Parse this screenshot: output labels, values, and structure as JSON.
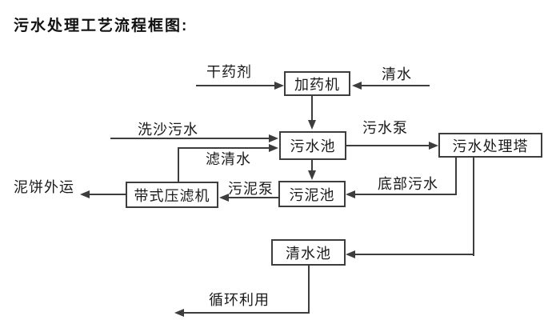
{
  "title": "污水处理工艺流程框图:",
  "diagram": {
    "nodes": {
      "dosing_machine": "加药机",
      "sewage_pool": "污水池",
      "treatment_tower": "污水处理塔",
      "belt_filter_press": "带式压滤机",
      "sludge_pool": "污泥池",
      "clear_water_pool": "清水池"
    },
    "labels": {
      "dry_chemical": "干药剂",
      "clear_water": "清水",
      "sand_washing_sewage": "洗沙污水",
      "filtered_water": "滤清水",
      "sewage_pump": "污水泵",
      "bottom_sewage": "底部污水",
      "sludge_pump": "污泥泵",
      "mud_cake_out": "泥饼外运",
      "recycle_use": "循环利用"
    },
    "colors": {
      "line": "#3d3d3d",
      "text": "#1a1a1a",
      "background": "#ffffff"
    }
  }
}
